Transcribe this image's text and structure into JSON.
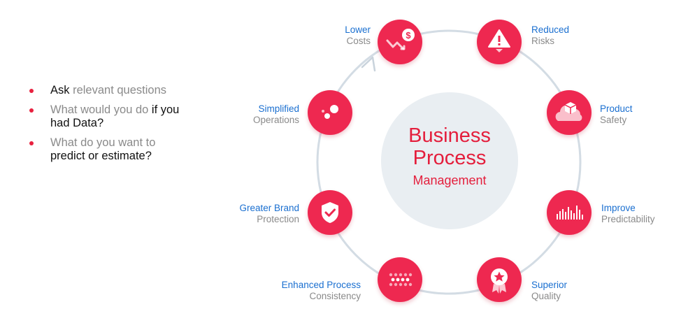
{
  "bullets": [
    {
      "parts": [
        {
          "text": "Ask ",
          "tone": "dark"
        },
        {
          "text": "relevant questions",
          "tone": "light"
        }
      ]
    },
    {
      "parts": [
        {
          "text": "What would you do ",
          "tone": "light"
        },
        {
          "text": "if you had Data?",
          "tone": "dark"
        }
      ]
    },
    {
      "parts": [
        {
          "text": "What do you want to ",
          "tone": "light"
        },
        {
          "text": "predict or estimate?",
          "tone": "dark"
        }
      ]
    }
  ],
  "center": {
    "line1": "Business",
    "line2": "Process",
    "line3": "Management"
  },
  "nodes": {
    "lower_costs": {
      "title": "Lower",
      "subtitle": "Costs",
      "icon": "dollar-down-icon"
    },
    "reduced_risks": {
      "title": "Reduced",
      "subtitle": "Risks",
      "icon": "warning-icon"
    },
    "product_safety": {
      "title": "Product",
      "subtitle": "Safety",
      "icon": "cloud-box-icon"
    },
    "improve_predictability": {
      "title": "Improve",
      "subtitle": "Predictability",
      "icon": "bars-icon"
    },
    "superior_quality": {
      "title": "Superior",
      "subtitle": "Quality",
      "icon": "award-star-icon"
    },
    "enhanced_process": {
      "title": "Enhanced Process",
      "subtitle": "Consistency",
      "icon": "dots-grid-icon"
    },
    "greater_brand": {
      "title": "Greater Brand",
      "subtitle": "Protection",
      "icon": "shield-check-icon"
    },
    "simplified_operations": {
      "title": "Simplified",
      "subtitle": "Operations",
      "icon": "bubbles-icon"
    }
  },
  "colors": {
    "accent": "#ee2850",
    "title_blue": "#1a6fd0",
    "ring": "#d3dce4"
  }
}
